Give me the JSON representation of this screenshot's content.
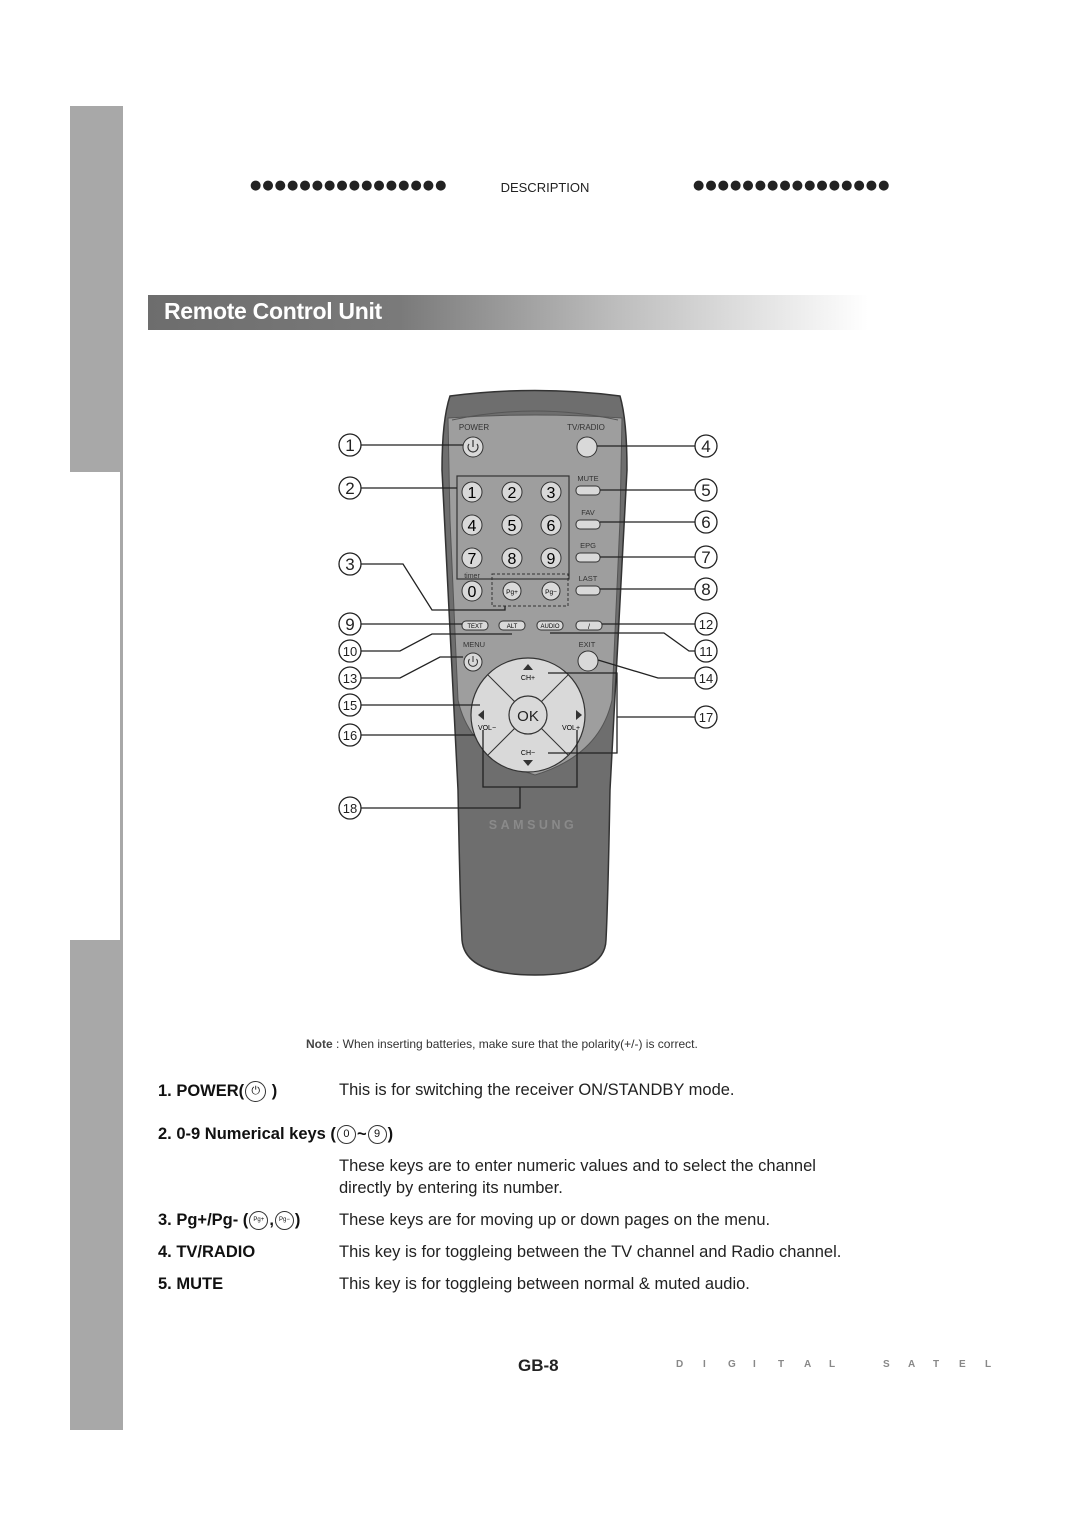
{
  "header": {
    "dots_left": "●●●●●●●●●●●●●●●●",
    "section": "DESCRIPTION",
    "dots_right": "●●●●●●●●●●●●●●●●"
  },
  "title": "Remote Control Unit",
  "remote": {
    "labels": {
      "power": "POWER",
      "tv_radio": "TV/RADIO",
      "mute": "MUTE",
      "fav": "FAV",
      "epg": "EPG",
      "last": "LAST",
      "timer": "timer",
      "pg_plus": "Pg+",
      "pg_minus": "Pg−",
      "text": "TEXT",
      "alt": "ALT",
      "audio": "AUDIO",
      "slash": "/",
      "menu": "MENU",
      "exit": "EXIT",
      "ch_plus": "CH+",
      "ch_minus": "CH−",
      "vol_minus": "VOL−",
      "vol_plus": "VOL+",
      "ok": "OK",
      "brand": "SAMSUNG"
    },
    "digits": [
      "1",
      "2",
      "3",
      "4",
      "5",
      "6",
      "7",
      "8",
      "9",
      "0"
    ],
    "callouts": [
      "1",
      "2",
      "3",
      "4",
      "5",
      "6",
      "7",
      "8",
      "9",
      "10",
      "11",
      "12",
      "13",
      "14",
      "15",
      "16",
      "17",
      "18"
    ]
  },
  "note": {
    "label": "Note",
    "text": " : When inserting batteries, make sure that the polarity(+/-) is correct."
  },
  "items": [
    {
      "label": "1.  POWER(",
      "label_end": " )",
      "icon": "power-icon",
      "desc": "This is for switching the receiver ON/STANDBY mode."
    },
    {
      "label": "2. 0-9 Numerical keys (",
      "icon_a": "0",
      "sep": "~",
      "icon_b": "9",
      "label_end": ")",
      "desc_line1": "These keys are to enter numeric values and to select the channel",
      "desc_line2": "directly by entering its number."
    },
    {
      "label": "3. Pg+/Pg- (",
      "icon_a": "Pg+",
      "sep": ",",
      "icon_b": "Pg−",
      "label_end": ")",
      "desc": "These keys are for moving up or down pages on the menu."
    },
    {
      "label": "4. TV/RADIO",
      "desc": "This key is for toggleing between the TV channel and Radio channel."
    },
    {
      "label": "5. MUTE",
      "desc": "This key is for toggleing between normal & muted audio."
    }
  ],
  "footer": {
    "page": "GB-8",
    "brand_letters": [
      "D",
      "I",
      "G",
      "I",
      "T",
      "A",
      "L",
      "S",
      "A",
      "T",
      "E",
      "L"
    ]
  },
  "colors": {
    "sidebar": "#a8a8a8",
    "remote_body": "#6e6e6e",
    "remote_panel": "#9b9b9b",
    "button": "#d9d9d9"
  }
}
